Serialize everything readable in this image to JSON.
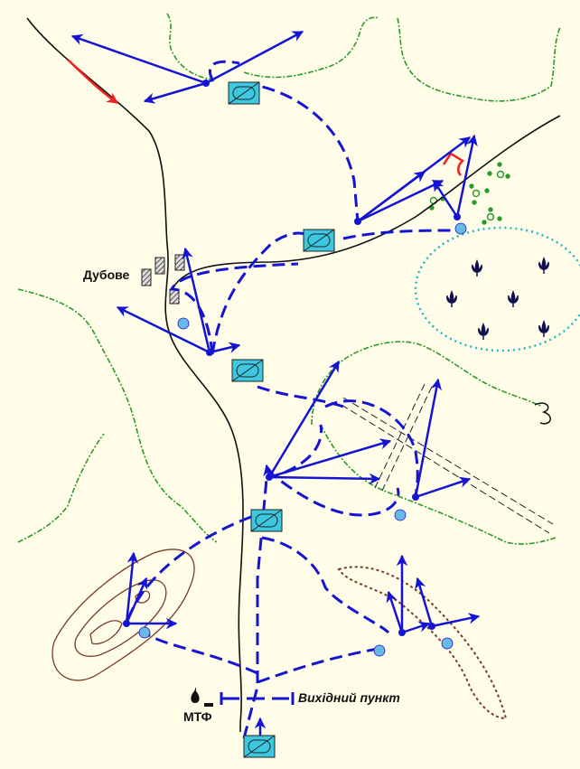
{
  "labels": {
    "village": "Дубове",
    "farm": "МТФ",
    "start_point": "Вихідний пункт"
  },
  "colors": {
    "background": "#fffde8",
    "route": "#1414d2",
    "river": "#111111",
    "forest": "#2a9a2a",
    "unit_fill": "#3cc8e0",
    "enemy": "#ee2222",
    "relief": "#7a3a2a",
    "swamp": "#22b8c8",
    "pine": "#101050"
  }
}
